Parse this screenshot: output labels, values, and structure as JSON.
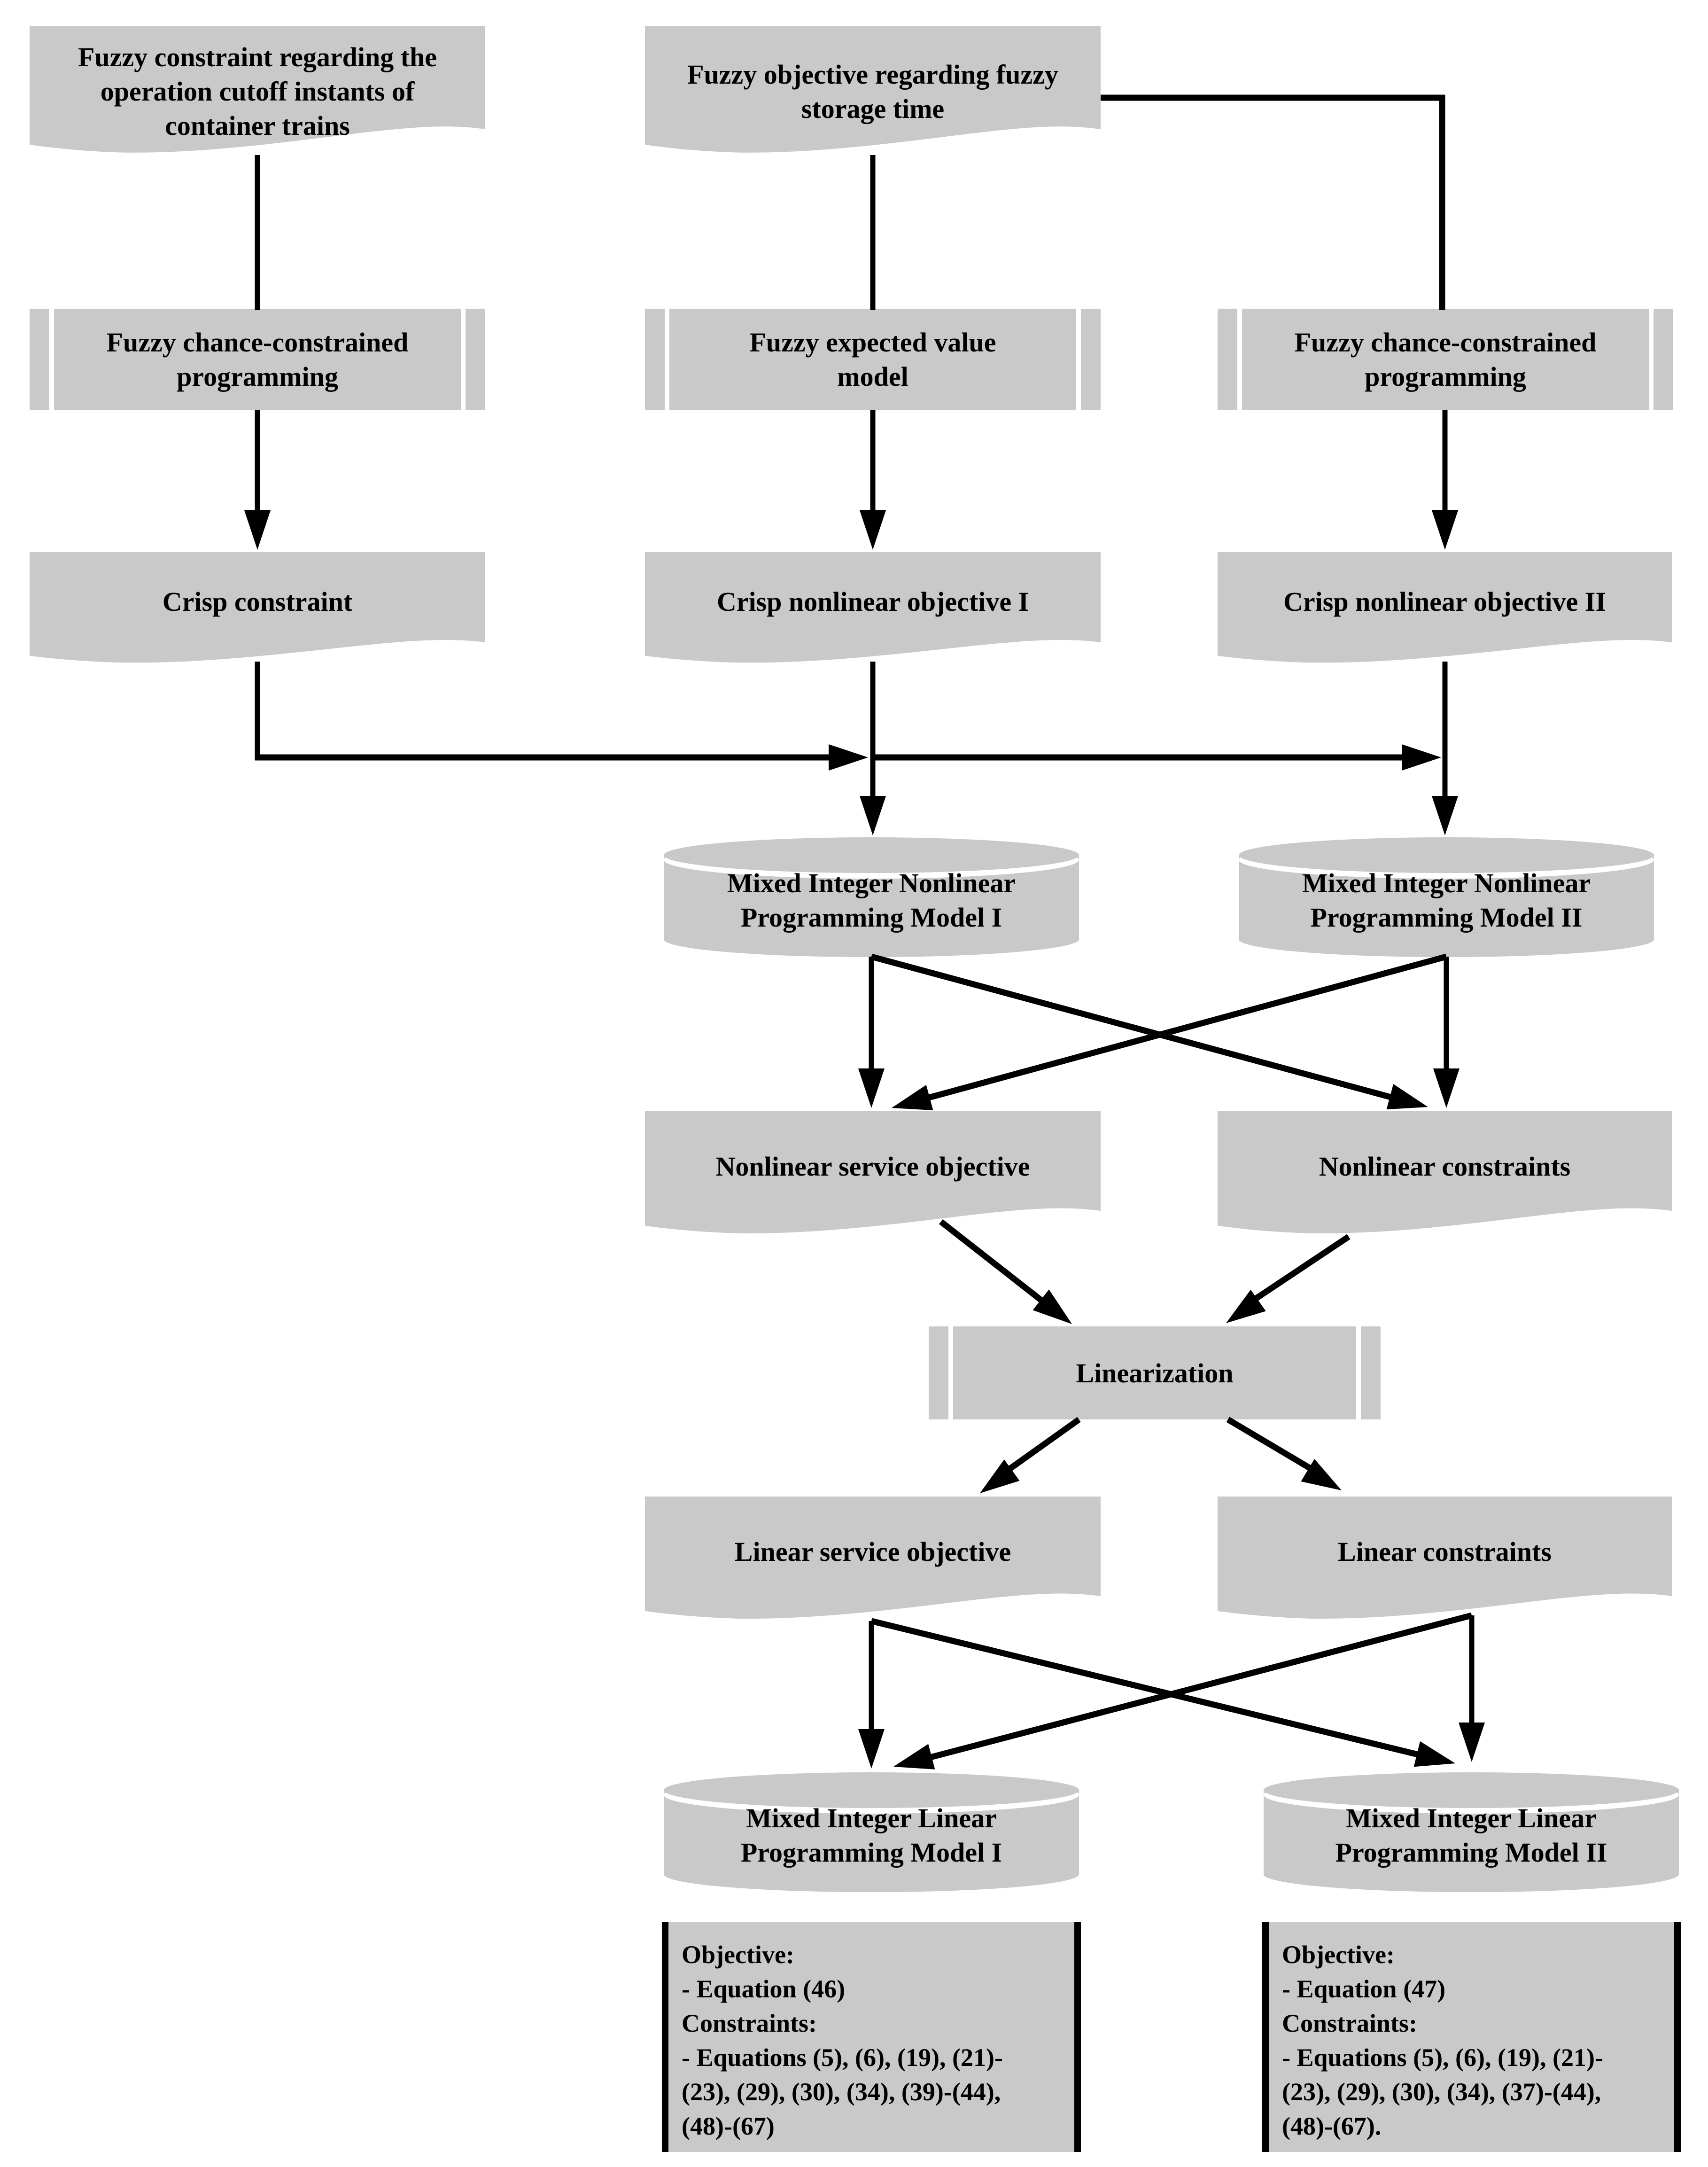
{
  "colors": {
    "node_fill": "#c9c9c9",
    "line": "#000000",
    "background": "#ffffff"
  },
  "nodes": {
    "fuzzy_constraint_doc": {
      "type": "document",
      "lines": [
        "Fuzzy constraint regarding the",
        "operation cutoff instants of",
        "container trains"
      ]
    },
    "fuzzy_objective_doc": {
      "type": "document",
      "lines": [
        "Fuzzy objective regarding fuzzy",
        "storage time"
      ]
    },
    "fccp_left_process": {
      "type": "predefined-process",
      "lines": [
        "Fuzzy chance-constrained",
        "programming"
      ]
    },
    "fev_process": {
      "type": "predefined-process",
      "lines": [
        "Fuzzy expected value",
        "model"
      ]
    },
    "fccp_right_process": {
      "type": "predefined-process",
      "lines": [
        "Fuzzy chance-constrained",
        "programming"
      ]
    },
    "crisp_constraint_doc": {
      "type": "document",
      "lines": [
        "Crisp constraint"
      ]
    },
    "crisp_obj1_doc": {
      "type": "document",
      "lines": [
        "Crisp nonlinear objective I"
      ]
    },
    "crisp_obj2_doc": {
      "type": "document",
      "lines": [
        "Crisp nonlinear objective II"
      ]
    },
    "minlp1_db": {
      "type": "database",
      "lines": [
        "Mixed Integer Nonlinear",
        "Programming Model I"
      ]
    },
    "minlp2_db": {
      "type": "database",
      "lines": [
        "Mixed Integer Nonlinear",
        "Programming Model II"
      ]
    },
    "nonlinear_objective_doc": {
      "type": "document",
      "lines": [
        "Nonlinear service objective"
      ]
    },
    "nonlinear_constraints_doc": {
      "type": "document",
      "lines": [
        "Nonlinear constraints"
      ]
    },
    "linearization_process": {
      "type": "predefined-process",
      "lines": [
        "Linearization"
      ]
    },
    "linear_objective_doc": {
      "type": "document",
      "lines": [
        "Linear service objective"
      ]
    },
    "linear_constraints_doc": {
      "type": "document",
      "lines": [
        "Linear constraints"
      ]
    },
    "milp1_db": {
      "type": "database",
      "lines": [
        "Mixed Integer Linear",
        "Programming Model I"
      ]
    },
    "milp2_db": {
      "type": "database",
      "lines": [
        "Mixed Integer Linear",
        "Programming Model II"
      ]
    },
    "milp1_details": {
      "type": "bracket-box",
      "lines": [
        "Objective:",
        "- Equation (46)",
        "Constraints:",
        "- Equations (5), (6), (19), (21)-",
        "(23), (29), (30), (34), (39)-(44),",
        "(48)-(67)"
      ]
    },
    "milp2_details": {
      "type": "bracket-box",
      "lines": [
        "Objective:",
        "- Equation (47)",
        "Constraints:",
        "- Equations (5), (6), (19), (21)-",
        "(23), (29), (30), (34), (37)-(44),",
        "(48)-(67)."
      ]
    }
  }
}
